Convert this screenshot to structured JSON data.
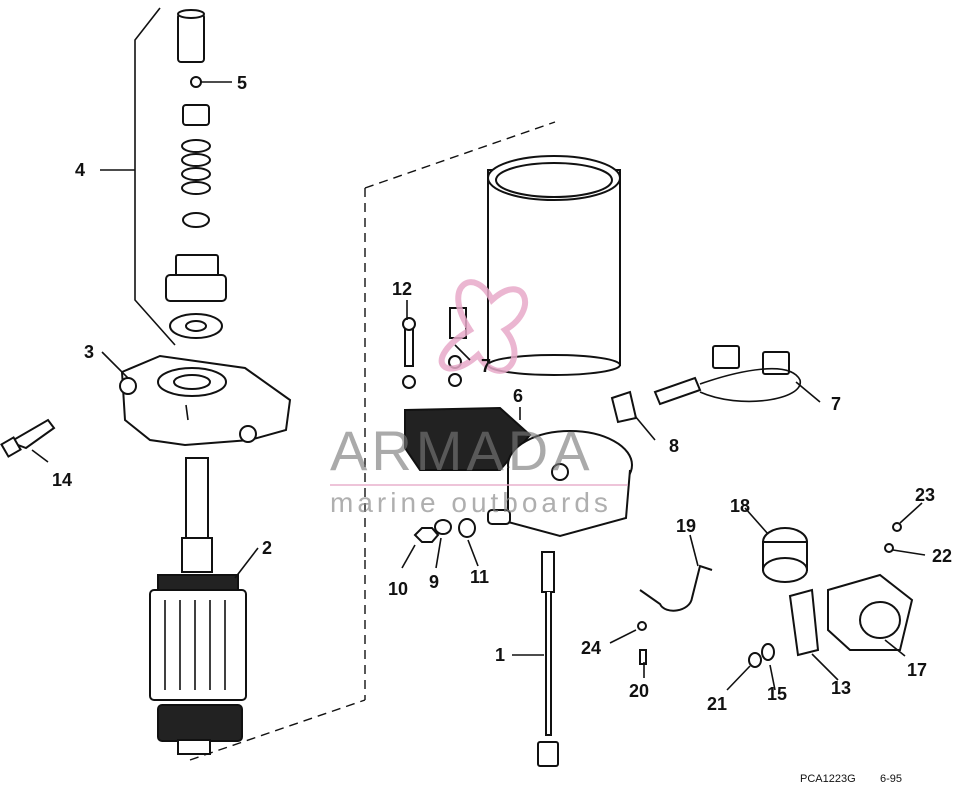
{
  "watermark": {
    "brand": "ARMADA",
    "tagline": "marine outboards",
    "brand_color": "#e7a9c9"
  },
  "footer": {
    "code": "PCA1223G",
    "date": "6-95"
  },
  "callouts": {
    "n1": "1",
    "n2": "2",
    "n3": "3",
    "n4": "4",
    "n5": "5",
    "n6": "6",
    "n7a": "7",
    "n7b": "7",
    "n8": "8",
    "n9": "9",
    "n10": "10",
    "n11": "11",
    "n12": "12",
    "n13": "13",
    "n14": "14",
    "n15": "15",
    "n17": "17",
    "n18": "18",
    "n19": "19",
    "n20": "20",
    "n21": "21",
    "n22": "22",
    "n23": "23",
    "n24": "24"
  }
}
